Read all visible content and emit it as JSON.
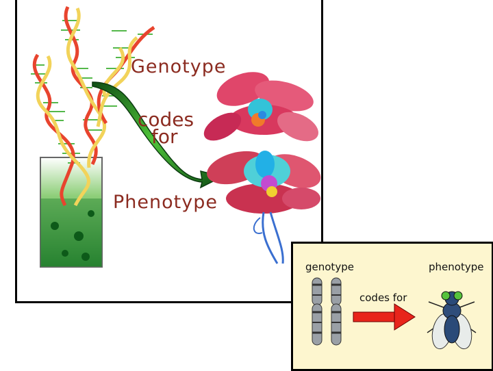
{
  "panel1": {
    "label_genotype": "Genotype",
    "label_codes": "codes",
    "label_for": "for",
    "label_phenotype": "Phenotype"
  },
  "panel2": {
    "label_genotype": "genotype",
    "label_codes_for": "codes for",
    "label_phenotype": "phenotype"
  },
  "colors": {
    "dna_rungs": "#54b84a",
    "dna_strand_red": "#e8442e",
    "dna_strand_yellow": "#f2d35a",
    "arrow_green": "#2f9a2a",
    "arrow_red": "#e8251b",
    "panel2_bg": "#fdf6cf"
  }
}
